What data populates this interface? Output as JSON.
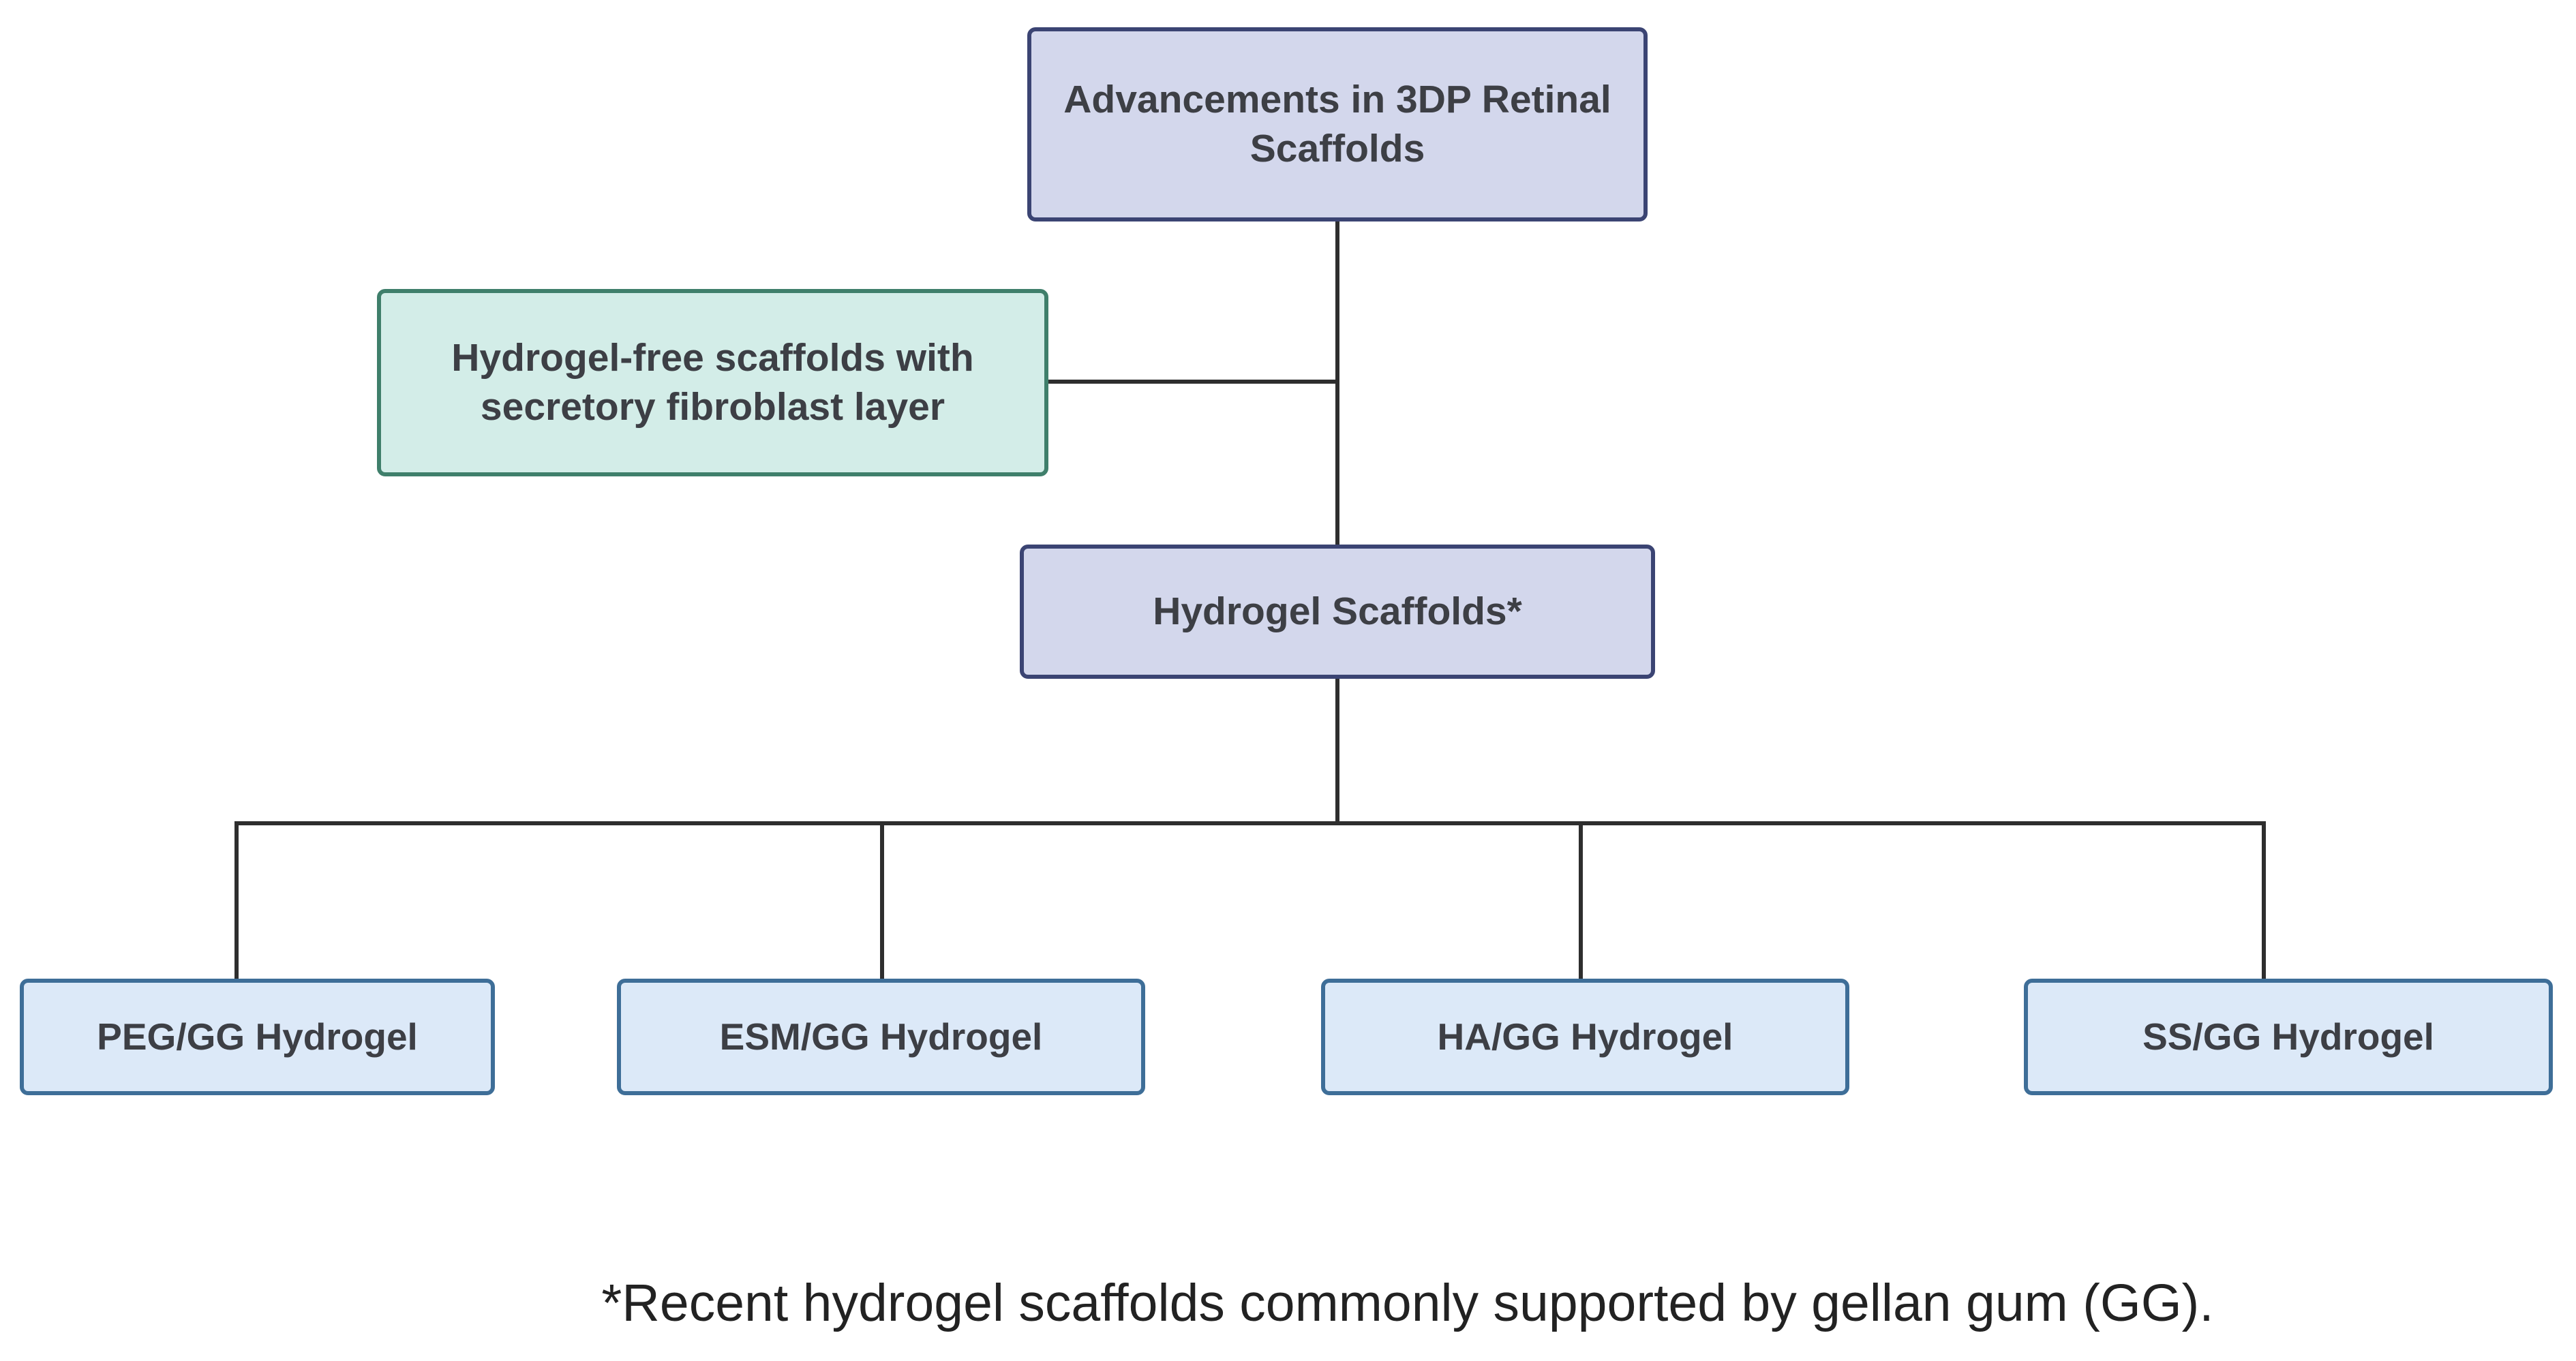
{
  "diagram": {
    "root": {
      "label": "Advancements in 3DP Retinal Scaffolds"
    },
    "side_branch": {
      "label": "Hydrogel-free scaffolds with secretory fibroblast layer"
    },
    "hydrogel": {
      "label": "Hydrogel Scaffolds*"
    },
    "leaves": [
      {
        "label": "PEG/GG Hydrogel"
      },
      {
        "label": "ESM/GG Hydrogel"
      },
      {
        "label": "HA/GG Hydrogel"
      },
      {
        "label": "SS/GG Hydrogel"
      }
    ],
    "footnote": "*Recent hydrogel scaffolds commonly supported by gellan gum (GG).",
    "colors": {
      "top_node_fill": "#d3d7ec",
      "top_node_border": "#3b4473",
      "side_node_fill": "#d3ede8",
      "side_node_border": "#3f7f6b",
      "leaf_node_fill": "#dce9f8",
      "leaf_node_border": "#3e6e98",
      "connector": "#2e2e2e",
      "text": "#3d3f45"
    }
  }
}
